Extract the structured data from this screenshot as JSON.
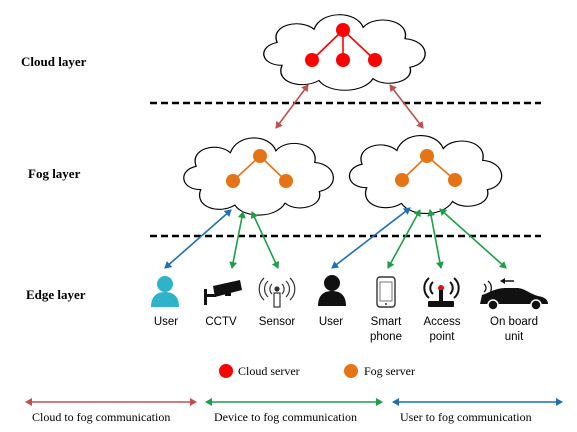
{
  "layers": {
    "cloud": "Cloud layer",
    "fog": "Fog layer",
    "edge": "Edge layer"
  },
  "devices": {
    "user_left": "User",
    "cctv": "CCTV",
    "sensor": "Sensor",
    "user_right": "User",
    "smart_phone": [
      "Smart",
      "phone"
    ],
    "access_point": [
      "Access",
      "point"
    ],
    "on_board_unit": [
      "On board",
      "unit"
    ]
  },
  "legend": {
    "cloud_server": "Cloud server",
    "fog_server": "Fog server",
    "cloud_to_fog": "Cloud to fog communication",
    "device_to_fog": "Device to fog communication",
    "user_to_fog": "User to fog communication"
  },
  "colors": {
    "cloud_server": "#ff0000",
    "fog_server": "#e57417",
    "cloud_to_fog": "#c0504d",
    "device_to_fog": "#1e9e4a",
    "user_to_fog": "#1f6fb5",
    "user_icon": "#2fb3c9",
    "tree_line_cloud": "#ff0000",
    "tree_line_fog": "#e57417"
  },
  "icons": {
    "user_left": "user-icon",
    "cctv": "cctv-icon",
    "sensor": "sensor-icon",
    "user_right": "user-icon",
    "smart_phone": "smartphone-icon",
    "access_point": "access-point-icon",
    "on_board_unit": "car-icon"
  }
}
